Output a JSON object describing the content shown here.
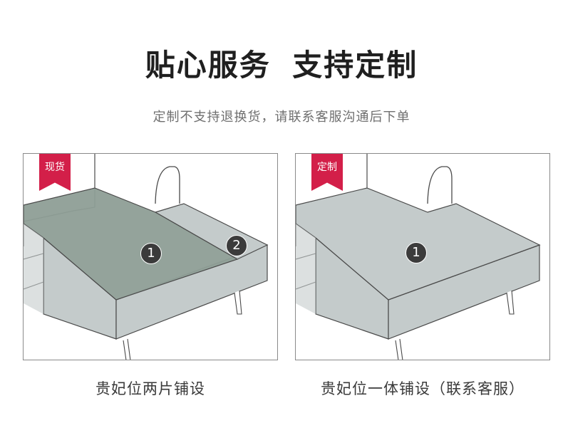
{
  "header": {
    "title": "贴心服务 支持定制",
    "subtitle": "定制不支持退换货，请联系客服沟通后下单"
  },
  "colors": {
    "tag": "#d31f49",
    "cushion_dark": "#8e9e96",
    "cushion_light": "#c4cbcb",
    "outline": "#4a4a4a"
  },
  "panels": [
    {
      "tag": "现货",
      "caption": "贵妃位两片铺设",
      "markers": [
        "1",
        "2"
      ]
    },
    {
      "tag": "定制",
      "caption": "贵妃位一体铺设（联系客服）",
      "markers": [
        "1"
      ]
    }
  ]
}
